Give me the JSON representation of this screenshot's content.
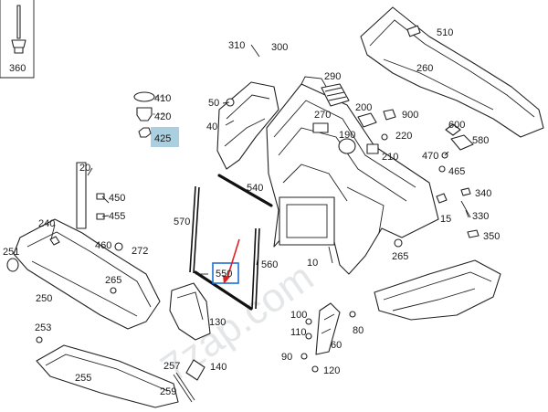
{
  "callouts": {
    "c360": "360",
    "c310": "310",
    "c300": "300",
    "c510": "510",
    "c260": "260",
    "c410": "410",
    "c420": "420",
    "c425": "425",
    "c50": "50",
    "c40": "40",
    "c290": "290",
    "c270": "270",
    "c200": "200",
    "c900": "900",
    "c190": "190",
    "c220": "220",
    "c210": "210",
    "c600": "600",
    "c580": "580",
    "c470": "470",
    "c465": "465",
    "c20": "20",
    "c450": "450",
    "c455": "455",
    "c540": "540",
    "c340": "340",
    "c570": "570",
    "c15": "15",
    "c330": "330",
    "c240": "240",
    "c460": "460",
    "c272": "272",
    "c251": "251",
    "c350": "350",
    "c550": "550",
    "c560": "560",
    "c10": "10",
    "c265a": "265",
    "c265b": "265",
    "c250": "250",
    "c130": "130",
    "c253": "253",
    "c100": "100",
    "c110": "110",
    "c80": "80",
    "c60": "60",
    "c90": "90",
    "c255": "255",
    "c257": "257",
    "c140": "140",
    "c120": "120",
    "c259": "259"
  },
  "highlight": {
    "part": "425",
    "color": "#a9cfe0"
  },
  "selection": {
    "part": "550",
    "box_color": "#1f6fd1",
    "arrow_color": "#e02020"
  },
  "watermark": {
    "text": "7zap.com"
  }
}
